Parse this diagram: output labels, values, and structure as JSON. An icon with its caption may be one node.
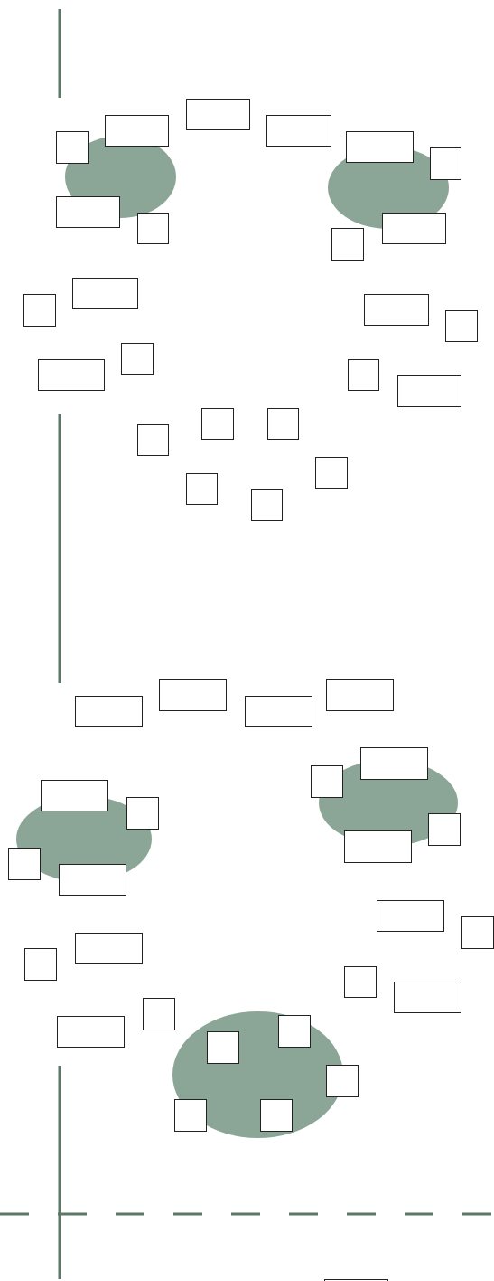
{
  "diagram": {
    "nodes": [
      {
        "text": [],
        "shape": "box"
      },
      {
        "text": [],
        "shape": "box"
      },
      {
        "text": [],
        "shape": "box"
      },
      {
        "text": [],
        "shape": "box"
      },
      {
        "text": [],
        "shape": "box"
      },
      {
        "text": [],
        "shape": "ellipse"
      },
      {
        "text": [],
        "shape": "ellipse"
      },
      {
        "text": [],
        "shape": "box"
      },
      {
        "text": [],
        "shape": "box"
      },
      {
        "text": [],
        "shape": "box"
      },
      {
        "text": [],
        "shape": "box"
      },
      {
        "text": [],
        "shape": "box"
      },
      {
        "text": [],
        "shape": "box"
      },
      {
        "text": [],
        "shape": "box"
      },
      {
        "text": [],
        "shape": "box"
      },
      {
        "text": [],
        "shape": "box"
      },
      {
        "text": [],
        "shape": "box"
      },
      {
        "text": [],
        "shape": "box"
      },
      {
        "text": [],
        "shape": "box"
      },
      {
        "text": [],
        "shape": "box"
      },
      {
        "text": [],
        "shape": "box"
      },
      {
        "text": [],
        "shape": "box"
      },
      {
        "text": [],
        "shape": "box"
      },
      {
        "text": [],
        "shape": "box"
      },
      {
        "text": [],
        "shape": "box"
      },
      {
        "text": [],
        "shape": "box"
      },
      {
        "text": [],
        "shape": "box"
      },
      {
        "text": [],
        "shape": "box"
      },
      {
        "text": [],
        "shape": "box"
      },
      {
        "text": [],
        "shape": "box"
      },
      {
        "text": [],
        "shape": "box"
      },
      {
        "text": [],
        "shape": "ellipse"
      },
      {
        "text": [],
        "shape": "box"
      },
      {
        "text": [],
        "shape": "box"
      },
      {
        "text": [],
        "shape": "ellipse"
      },
      {
        "text": [],
        "shape": "box"
      },
      {
        "text": [],
        "shape": "box"
      },
      {
        "text": [],
        "shape": "box"
      },
      {
        "text": [],
        "shape": "box"
      },
      {
        "text": [],
        "shape": "box"
      },
      {
        "text": [],
        "shape": "box"
      },
      {
        "text": [],
        "shape": "box"
      },
      {
        "text": [],
        "shape": "box"
      },
      {
        "text": [],
        "shape": "box"
      },
      {
        "text": [],
        "shape": "box"
      },
      {
        "text": [],
        "shape": "box"
      },
      {
        "text": [],
        "shape": "box"
      },
      {
        "text": [],
        "shape": "ellipse"
      },
      {
        "text": [],
        "shape": "box",
        "in": 47
      },
      {
        "text": [],
        "shape": "box"
      },
      {
        "text": [],
        "shape": "box",
        "in": 47
      },
      {
        "text": [],
        "shape": "box"
      },
      {
        "text": [],
        "shape": "box"
      },
      {
        "text": [],
        "shape": "box",
        "in": 47
      },
      {
        "text": [],
        "shape": "box"
      }
    ]
  }
}
